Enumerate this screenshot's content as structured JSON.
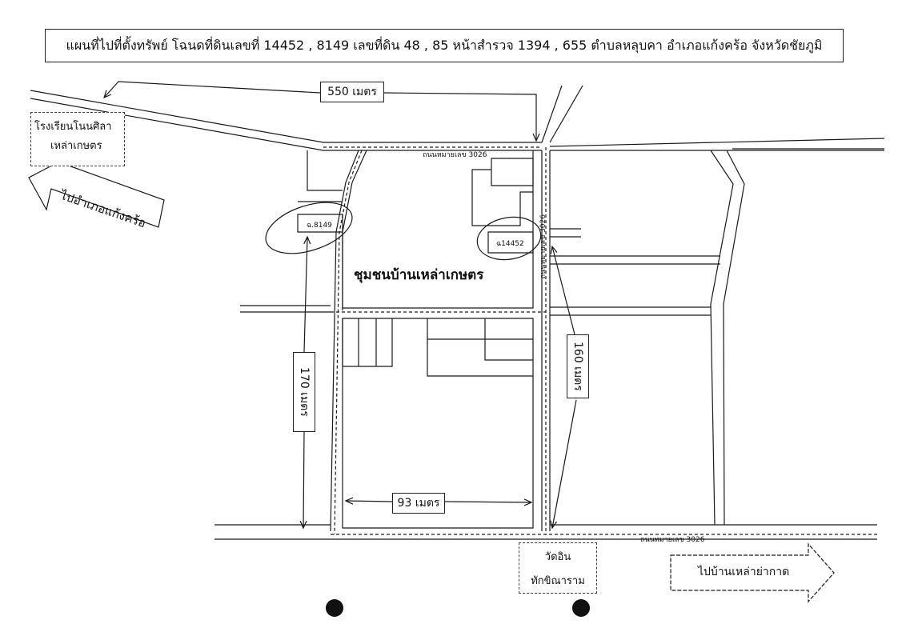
{
  "title": "แผนที่ไปที่ตั้งทรัพย์ โฉนดที่ดินเลขที่ 14452 , 8149 เลขที่ดิน 48 , 85 หน้าสำรวจ 1394 , 655 ตำบลหลุบคา อำเภอแก้งคร้อ จังหวัดชัยภูมิ",
  "places": {
    "school_line1": "โรงเรียนโนนศิลา",
    "school_line2": "เหล่าเกษตร",
    "community": "ชุมชนบ้านเหล่าเกษตร",
    "temple_line1": "วัดอิน",
    "temple_line2": "ทักขิณาราม"
  },
  "directions": {
    "to_district": "ไปอำเภอแก้งคร้อ",
    "to_village": "ไปบ้านเหล่าย่ากาด"
  },
  "roads": {
    "top": "ถนนหมายเลข 3026",
    "vertical": "ถนนหมายเลข 3026",
    "bottom": "ถนนหมายเลข 3026"
  },
  "parcels": {
    "p8149": "ฉ.8149",
    "p14452": "ฉ14452"
  },
  "distances": {
    "d550": "550 เมตร",
    "d170": "170 เมตร",
    "d160": "160 เมตร",
    "d93": "93 เมตร"
  },
  "colors": {
    "line": "#1a1a1a",
    "background": "#ffffff"
  }
}
